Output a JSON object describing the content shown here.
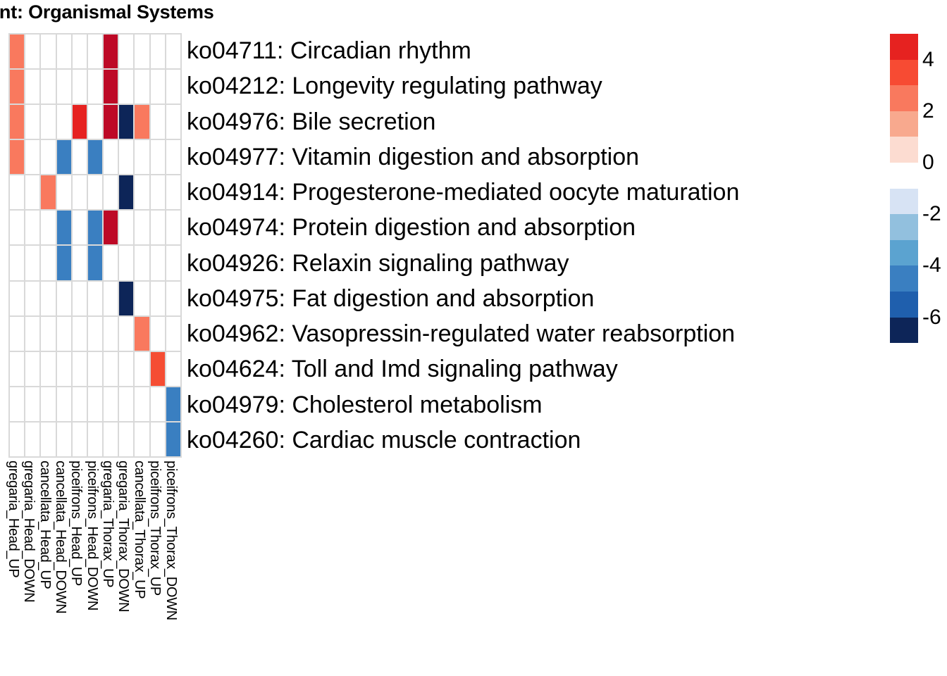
{
  "title": "hment: Organismal Systems",
  "chart_data": {
    "type": "heatmap",
    "title": "hment: Organismal Systems",
    "xlabel": "",
    "ylabel": "",
    "grid": true,
    "legend_position": "right",
    "columns": [
      "gregaria_Head_UP",
      "gregaria_Head_DOWN",
      "cancellata_Head_UP",
      "cancellata_Head_DOWN",
      "piceifrons_Head_UP",
      "piceifrons_Head_DOWN",
      "gregaria_Thorax_UP",
      "gregaria_Thorax_DOWN",
      "cancellata_Thorax_UP",
      "piceifrons_Thorax_UP",
      "piceifrons_Thorax_DOWN"
    ],
    "rows": [
      "ko04711: Circadian rhythm",
      "ko04212: Longevity regulating pathway",
      "ko04976: Bile secretion",
      "ko04977: Vitamin digestion and absorption",
      "ko04914: Progesterone-mediated oocyte maturation",
      "ko04974: Protein digestion and absorption",
      "ko04926: Relaxin signaling pathway",
      "ko04975: Fat digestion and absorption",
      "ko04962: Vasopressin-regulated water reabsorption",
      "ko04624: Toll and Imd signaling pathway",
      "ko04979: Cholesterol metabolism",
      "ko04260: Cardiac muscle contraction"
    ],
    "colorbar": {
      "ticks": [
        4,
        2,
        0,
        -2,
        -4,
        -6
      ],
      "tick_labels": [
        "4",
        "2",
        "0",
        "-2",
        "-4",
        "-6"
      ],
      "range": [
        -7,
        5
      ],
      "blocks": [
        "#e62220",
        "#f74b33",
        "#f9795e",
        "#f8a98e",
        "#fcdcd1",
        "#ffffff",
        "#d7e3f4",
        "#92c0de",
        "#5ba3d0",
        "#3a7fc1",
        "#1f5fad",
        "#0d2558"
      ]
    },
    "cells": [
      {
        "row": 0,
        "col": 0,
        "value": 2.6,
        "color": "#f9795e"
      },
      {
        "row": 0,
        "col": 6,
        "value": 4.6,
        "color": "#bd0926"
      },
      {
        "row": 1,
        "col": 0,
        "value": 2.6,
        "color": "#f9795e"
      },
      {
        "row": 1,
        "col": 6,
        "value": 4.6,
        "color": "#bd0926"
      },
      {
        "row": 2,
        "col": 0,
        "value": 2.6,
        "color": "#f9795e"
      },
      {
        "row": 2,
        "col": 4,
        "value": 4.1,
        "color": "#e62220"
      },
      {
        "row": 2,
        "col": 6,
        "value": 4.6,
        "color": "#bd0926"
      },
      {
        "row": 2,
        "col": 7,
        "value": -6.3,
        "color": "#0d2558"
      },
      {
        "row": 2,
        "col": 8,
        "value": 2.6,
        "color": "#f9795e"
      },
      {
        "row": 3,
        "col": 0,
        "value": 2.6,
        "color": "#f9795e"
      },
      {
        "row": 3,
        "col": 3,
        "value": -3.6,
        "color": "#3a7fc1"
      },
      {
        "row": 3,
        "col": 5,
        "value": -3.6,
        "color": "#3a7fc1"
      },
      {
        "row": 4,
        "col": 2,
        "value": 2.6,
        "color": "#f9795e"
      },
      {
        "row": 4,
        "col": 7,
        "value": -6.3,
        "color": "#0d2558"
      },
      {
        "row": 5,
        "col": 3,
        "value": -3.6,
        "color": "#3a7fc1"
      },
      {
        "row": 5,
        "col": 5,
        "value": -3.6,
        "color": "#3a7fc1"
      },
      {
        "row": 5,
        "col": 6,
        "value": 4.6,
        "color": "#bd0926"
      },
      {
        "row": 6,
        "col": 3,
        "value": -3.6,
        "color": "#3a7fc1"
      },
      {
        "row": 6,
        "col": 5,
        "value": -3.6,
        "color": "#3a7fc1"
      },
      {
        "row": 7,
        "col": 7,
        "value": -6.3,
        "color": "#0d2558"
      },
      {
        "row": 8,
        "col": 8,
        "value": 2.6,
        "color": "#f9795e"
      },
      {
        "row": 9,
        "col": 9,
        "value": 3.4,
        "color": "#f54d33"
      },
      {
        "row": 10,
        "col": 10,
        "value": -3.6,
        "color": "#3a7fc1"
      },
      {
        "row": 11,
        "col": 10,
        "value": -3.6,
        "color": "#3a7fc1"
      }
    ]
  }
}
